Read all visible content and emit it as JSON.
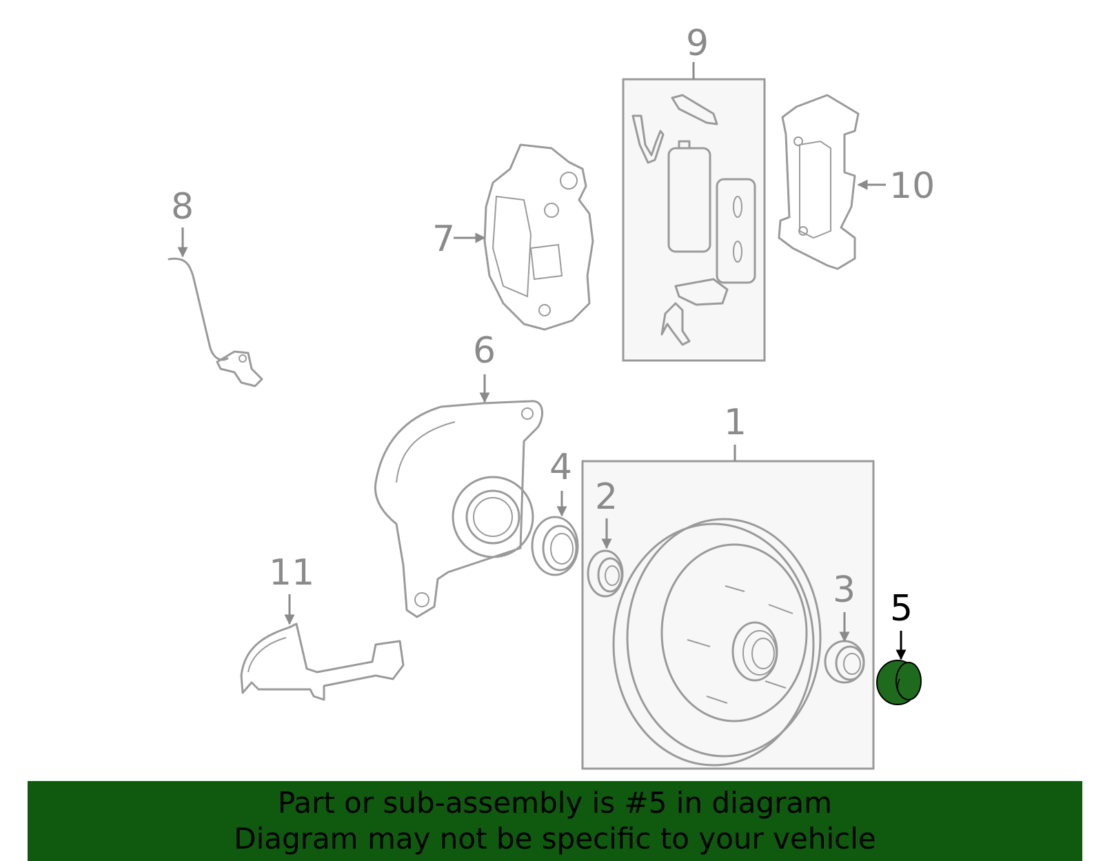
{
  "diagram": {
    "callouts": {
      "c1": "1",
      "c2": "2",
      "c3": "3",
      "c4": "4",
      "c5": "5",
      "c6": "6",
      "c7": "7",
      "c8": "8",
      "c9": "9",
      "c10": "10",
      "c11": "11"
    },
    "highlight_part": "5",
    "highlight_color": "#1e6b1e",
    "line_color": "#9a9a9a"
  },
  "banner": {
    "line1": "Part or sub-assembly is #5 in diagram",
    "line2": "Diagram may not be specific to your vehicle",
    "background": "#0f5a0f"
  }
}
